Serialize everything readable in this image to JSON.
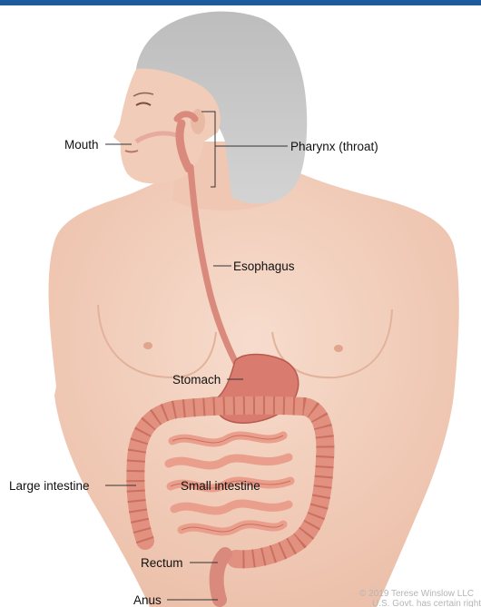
{
  "colors": {
    "top_bar": "#1f5b9c",
    "skin": "#f4d2c0",
    "skin_shadow": "#e6b8a2",
    "hair": "#b9b9b9",
    "esophagus": "#d98a7c",
    "stomach": "#d97c6f",
    "intestine": "#e2907f",
    "leader_line": "#333333"
  },
  "labels": {
    "mouth": "Mouth",
    "pharynx": "Pharynx (throat)",
    "esophagus": "Esophagus",
    "stomach": "Stomach",
    "large_intestine": "Large intestine",
    "small_intestine": "Small intestine",
    "rectum": "Rectum",
    "anus": "Anus"
  },
  "copyright": {
    "line1": "© 2019 Terese Winslow LLC",
    "line2": "U.S. Govt. has certain rights"
  }
}
